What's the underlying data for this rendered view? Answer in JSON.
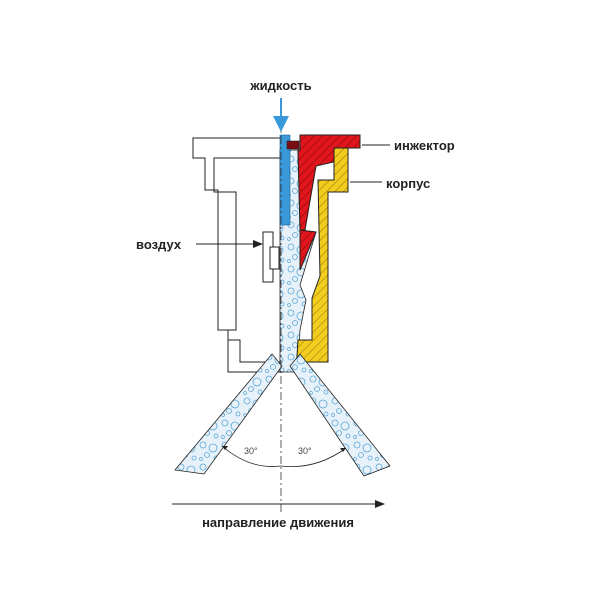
{
  "labels": {
    "liquid": "жидкость",
    "injector": "инжектор",
    "body": "корпус",
    "air": "воздух",
    "direction": "направление движения"
  },
  "angles": {
    "left": "30°",
    "right": "30°"
  },
  "colors": {
    "injector": "#e0161c",
    "body": "#f2cc1e",
    "liquid": "#3a9ad9",
    "foam_fill": "#dcebf6",
    "foam_bubble": "#5ba8d8",
    "outline": "#222222"
  }
}
